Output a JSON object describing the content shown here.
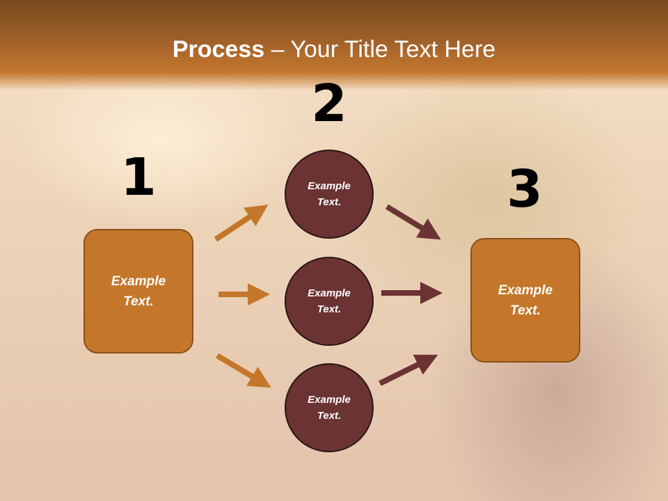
{
  "title": {
    "bold": "Process",
    "rest": " – Your Title Text Here"
  },
  "steps": [
    {
      "number": "1",
      "text": "Example Text."
    },
    {
      "number": "2",
      "items": [
        "Example Text.",
        "Example Text.",
        "Example Text."
      ]
    },
    {
      "number": "3",
      "text": "Example Text."
    }
  ],
  "colors": {
    "orange": "#c4772a",
    "maroon": "#6b3333",
    "header": "#a0602a"
  }
}
